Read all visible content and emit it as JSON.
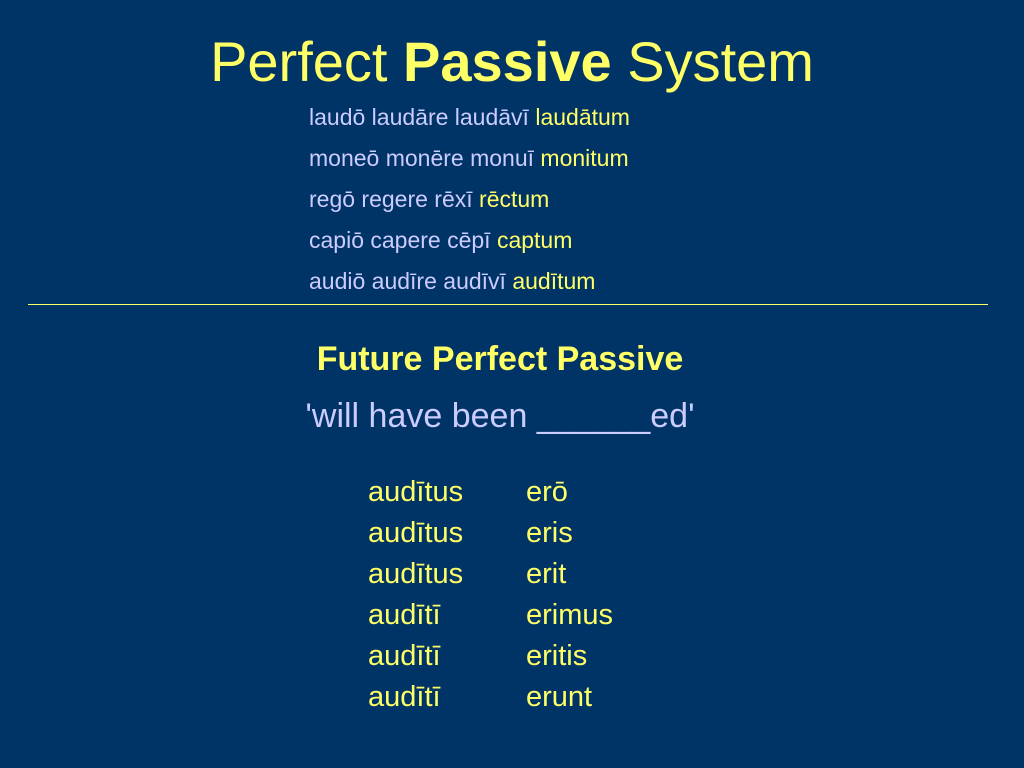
{
  "title": {
    "part1": "Perfect ",
    "part2": "Passive",
    "part3": " System"
  },
  "principal_parts": [
    {
      "forms": "laudō laudāre laudāvī ",
      "supine": "laudātum"
    },
    {
      "forms": "moneō monēre monuī ",
      "supine": "monitum"
    },
    {
      "forms": "regō regere rēxī ",
      "supine": "rēctum"
    },
    {
      "forms": "capiō capere cēpī ",
      "supine": "captum"
    },
    {
      "forms": "audiō audīre audīvī ",
      "supine": "audītum"
    }
  ],
  "section": {
    "heading": "Future Perfect Passive",
    "meaning": "'will have been ______ed'"
  },
  "conjugation": [
    {
      "participle": "audītus",
      "ending": "erō"
    },
    {
      "participle": "audītus",
      "ending": "eris"
    },
    {
      "participle": "audītus",
      "ending": "erit"
    },
    {
      "participle": "audītī",
      "ending": "erimus"
    },
    {
      "participle": "audītī",
      "ending": "eritis"
    },
    {
      "participle": "audītī",
      "ending": "erunt"
    }
  ],
  "colors": {
    "background": "#003366",
    "highlight": "#ffff66",
    "text_light": "#ccccff"
  }
}
